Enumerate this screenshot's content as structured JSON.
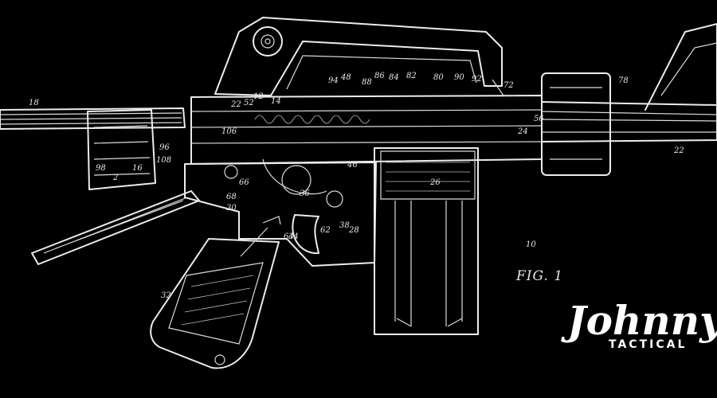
{
  "figure": {
    "label": "FIG. 1",
    "ref_numbers": [
      "18",
      "14",
      "12",
      "22",
      "52",
      "106",
      "96",
      "108",
      "98",
      "16",
      "2",
      "94",
      "48",
      "88",
      "86",
      "84",
      "82",
      "80",
      "90",
      "92",
      "72",
      "78",
      "56",
      "24",
      "22",
      "62",
      "64",
      "28",
      "30",
      "68",
      "66",
      "34",
      "36",
      "26",
      "38",
      "46",
      "10",
      "32"
    ]
  },
  "logo": {
    "wordmark": "Johnny",
    "tagline": "TACTICAL"
  }
}
